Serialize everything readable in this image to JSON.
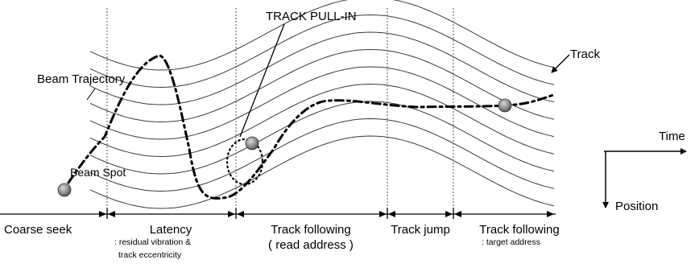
{
  "labels": {
    "pull_in": "TRACK PULL-IN",
    "track": "Track",
    "beam_trajectory": "Beam Trajectory",
    "beam_spot": "Beam Spot",
    "time": "Time",
    "position": "Position"
  },
  "phases": [
    {
      "label": "Coarse seek",
      "note1": "",
      "note2": ""
    },
    {
      "label": "Latency",
      "note1": ": residual vibration &",
      "note2": "track eccentricity"
    },
    {
      "label": "Track following",
      "note1": "( read address )",
      "note2": ""
    },
    {
      "label": "Track jump",
      "note1": "",
      "note2": ""
    },
    {
      "label": "Track following",
      "note1": ": target address",
      "note2": ""
    }
  ]
}
